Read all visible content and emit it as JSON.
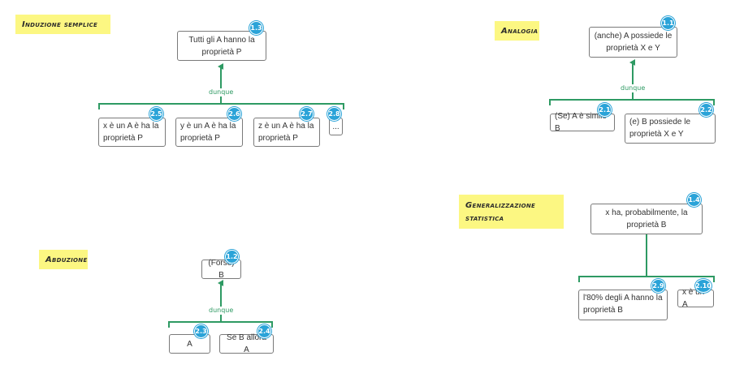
{
  "labels": {
    "induzione": "Induzione semplice",
    "analogia": "Analogia",
    "abduzione": "Abduzione",
    "generalizzazione": "Generalizzazione statistica"
  },
  "connectors": {
    "induzione": "dunque",
    "analogia": "dunque",
    "abduzione": "dunque"
  },
  "nodes": {
    "n1_3": {
      "badge": "1.3",
      "text": "Tutti gli A hanno la proprietà P"
    },
    "n2_5": {
      "badge": "2.5",
      "text": "x è un A è ha la proprietà P"
    },
    "n2_6": {
      "badge": "2.6",
      "text": "y è un A è ha la proprietà P"
    },
    "n2_7": {
      "badge": "2.7",
      "text": "z è un A è ha la proprietà P"
    },
    "n2_8": {
      "badge": "2.8",
      "text": "..."
    },
    "n1_1": {
      "badge": "1.1",
      "text": "(anche) A possiede le proprietà X e Y"
    },
    "n2_1": {
      "badge": "2.1",
      "text": "(Se) A è simile B"
    },
    "n2_2": {
      "badge": "2.2",
      "text": "(e) B possiede le proprietà X e Y"
    },
    "n1_4": {
      "badge": "1.4",
      "text": "x ha, probabilmente, la proprietà B"
    },
    "n2_9": {
      "badge": "2.9",
      "text": "l'80% degli A hanno la proprietà B"
    },
    "n2_10": {
      "badge": "2.10",
      "text": "x è un A"
    },
    "n1_2": {
      "badge": "1.2",
      "text": "(Forse) B"
    },
    "n2_3": {
      "badge": "2.3",
      "text": "A"
    },
    "n2_4": {
      "badge": "2.4",
      "text": "Se B allora A"
    }
  },
  "colors": {
    "connector": "#2e9a63",
    "badge": "#2aa3d8",
    "label_background": "#fcf782"
  }
}
